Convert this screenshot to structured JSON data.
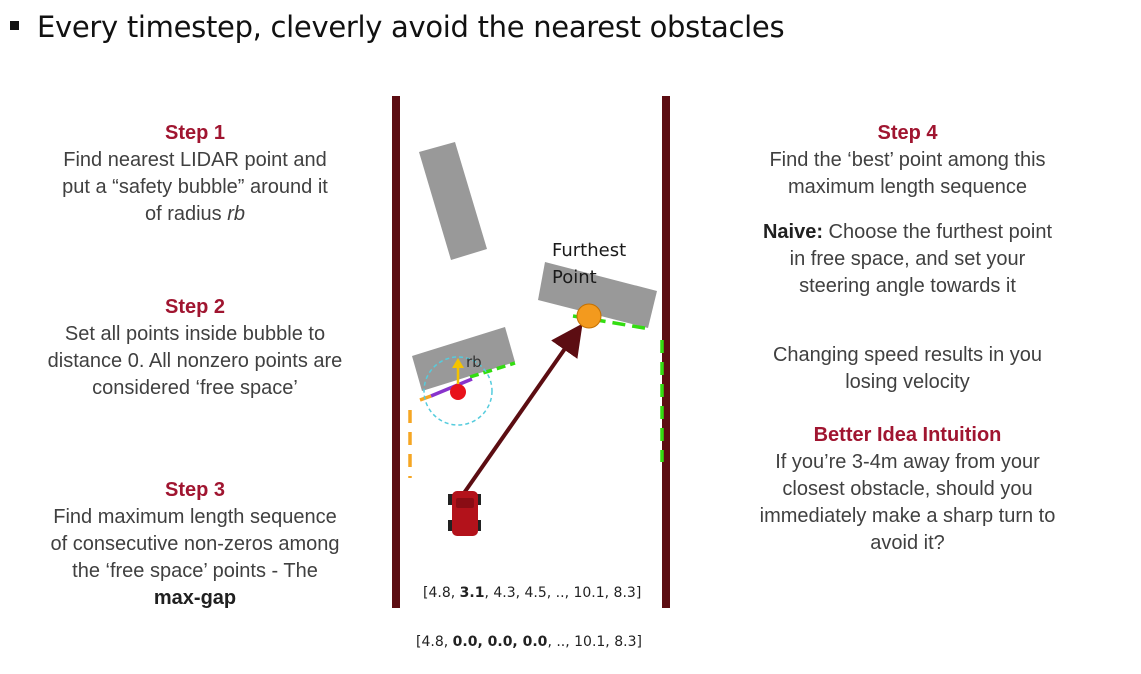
{
  "header": {
    "title": "Every timestep, cleverly avoid the nearest obstacles"
  },
  "left": {
    "step1": {
      "title": "Step 1",
      "line1": "Find nearest LIDAR point and",
      "line2": "put a “safety bubble” around it",
      "line3_prefix": "of radius ",
      "line3_var": "rb"
    },
    "step2": {
      "title": "Step 2",
      "line1": "Set all points inside bubble to",
      "line2": "distance 0. All nonzero points are",
      "line3": "considered ‘free space’"
    },
    "step3": {
      "title": "Step 3",
      "line1": "Find maximum length sequence",
      "line2": "of consecutive non-zeros among",
      "line3": "the ‘free space’ points - The",
      "line4": "max-gap"
    }
  },
  "right": {
    "step4": {
      "title": "Step 4",
      "line1": "Find the ‘best’ point among this",
      "line2": "maximum length sequence"
    },
    "naive": {
      "label": "Naive:",
      "line1_rest": " Choose the furthest point",
      "line2": "in free space, and set your",
      "line3": "steering angle towards it"
    },
    "speed": {
      "line1": "Changing speed results in you",
      "line2": "losing velocity"
    },
    "better": {
      "title": "Better Idea Intuition",
      "line1": "If you’re 3-4m away from your",
      "line2": "closest obstacle, should you",
      "line3": "immediately make a sharp turn to",
      "line4": "avoid it?"
    }
  },
  "diagram": {
    "furthest_line1": "Furthest",
    "furthest_line2": "Point",
    "rb_label": "rb",
    "array1": {
      "v1": "4.8, ",
      "v2": "3.1",
      "v3": ", 4.3, 4.5, .., 10.1, 8.3"
    },
    "array2": {
      "v1": "4.8, ",
      "v2": "0.0, 0.0, 0.0",
      "v3": ", .., 10.1, 8.3"
    },
    "colors": {
      "wall": "#5c0d12",
      "obstacle": "#999999",
      "car": "#b3121b",
      "arrow": "#5c0d12",
      "target": "#f39a1e",
      "lidar_green": "#33dd11",
      "lidar_orange": "#f5a623",
      "bubble": "#55ccdd",
      "lidar_purple": "#8833cc",
      "center": "#e8121b"
    }
  }
}
